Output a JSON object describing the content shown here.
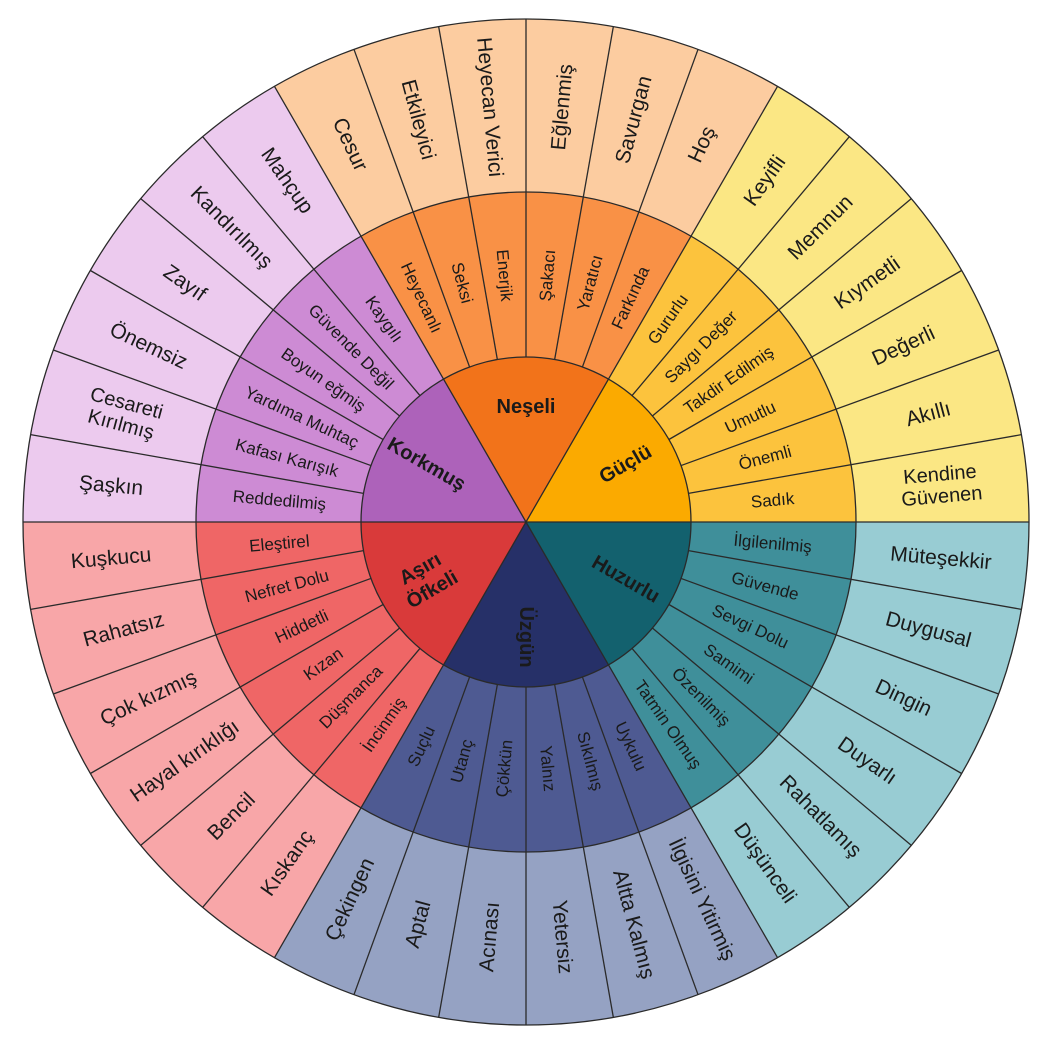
{
  "wheel": {
    "core": [
      {
        "label": "Aşırı\nÖfkeli",
        "color": "#d93a3a"
      },
      {
        "label": "Korkmuş",
        "color": "#ad62ba"
      },
      {
        "label": "Neşeli",
        "color": "#f2731a"
      },
      {
        "label": "Güçlü",
        "color": "#fbaa00"
      },
      {
        "label": "Huzurlu",
        "color": "#13616e"
      },
      {
        "label": "Üzgün",
        "color": "#263068"
      }
    ],
    "middle": [
      {
        "core": 0,
        "color": "#ef6666",
        "items": [
          "İncinmiş",
          "Düşmanca",
          "Kızan",
          "Hiddetli",
          "Nefret Dolu",
          "Eleştirel"
        ]
      },
      {
        "core": 1,
        "color": "#cd8bd4",
        "items": [
          "Reddedilmiş",
          "Kafası Karışık",
          "Yardıma Muhtaç",
          "Boyun eğmiş",
          "Güvende Değil",
          "Kaygılı"
        ]
      },
      {
        "core": 2,
        "color": "#f99146",
        "items": [
          "Heyecanlı",
          "Seksi",
          "Enerjik",
          "Şakacı",
          "Yaratıcı",
          "Farkında"
        ]
      },
      {
        "core": 3,
        "color": "#fcc33d",
        "items": [
          "Gururlu",
          "Saygı Değer",
          "Takdir Edilmiş",
          "Umutlu",
          "Önemli",
          "Sadık"
        ]
      },
      {
        "core": 4,
        "color": "#3f8f9a",
        "items": [
          "İlgilenilmiş",
          "Güvende",
          "Sevgi Dolu",
          "Samimi",
          "Özenilmiş",
          "Tatmin Olmuş"
        ]
      },
      {
        "core": 5,
        "color": "#4e5a92",
        "items": [
          "Uykulu",
          "Sıkılmış",
          "Yalnız",
          "Çökkün",
          "Utanç",
          "Suçlu"
        ]
      }
    ],
    "outer": [
      {
        "core": 0,
        "color": "#f8a6a8",
        "items": [
          "Kıskanç",
          "Bencil",
          "Hayal kırıklığı",
          "Çok kızmış",
          "Rahatsız",
          "Kuşkucu"
        ]
      },
      {
        "core": 1,
        "color": "#eccaee",
        "items": [
          "Şaşkın",
          "Cesareti\nKırılmış",
          "Önemsiz",
          "Zayıf",
          "Kandırılmış",
          "Mahçup"
        ]
      },
      {
        "core": 2,
        "color": "#fccca0",
        "items": [
          "Cesur",
          "Etkileyici",
          "Heyecan Verici",
          "Eğlenmiş",
          "Savurgan",
          "Hoş"
        ]
      },
      {
        "core": 3,
        "color": "#fbe784",
        "items": [
          "Keyifli",
          "Memnun",
          "Kıymetli",
          "Değerli",
          "Akıllı",
          "Kendine\nGüvenen"
        ]
      },
      {
        "core": 4,
        "color": "#98ccd3",
        "items": [
          "Müteşekkir",
          "Duygusal",
          "Dingin",
          "Duyarlı",
          "Rahatlamış",
          "Düşünceli"
        ]
      },
      {
        "core": 5,
        "color": "#95a2c3",
        "items": [
          "İlgisini Yitirmiş",
          "Altta Kalmış",
          "Yetersiz",
          "Acınası",
          "Aptal",
          "Çekingen"
        ]
      }
    ]
  }
}
